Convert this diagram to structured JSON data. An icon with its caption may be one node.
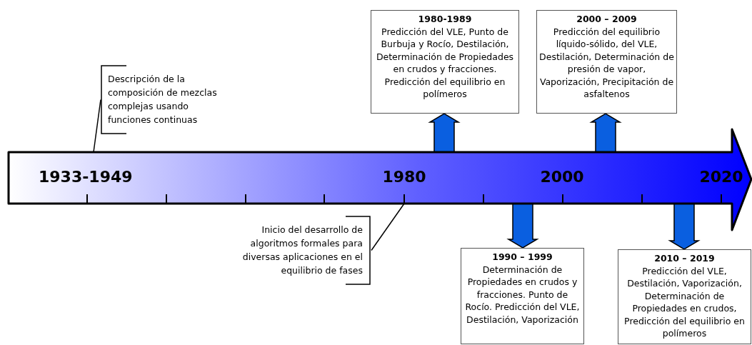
{
  "diagram": {
    "nodes": [
      {
        "text": [
          "1933-1949",
          "1980",
          "2000",
          "2020"
        ]
      },
      {
        "text": [
          "Descripción de la composición de mezclas complejas usando funciones continuas"
        ]
      },
      {
        "text": [
          "Inicio del desarrollo de algoritmos  formales para diversas aplicaciones en el equilibrio de fases"
        ]
      },
      {
        "text": [
          "1980-1989",
          "Predicción del VLE, Punto de Burbuja y Rocío, Destilación, Determinación de Propiedades en crudos y fracciones. Predicción del equilibrio en polímeros"
        ]
      },
      {
        "text": [
          "2000 – 2009",
          "Predicción del equilibrio líquido-sólido, del VLE, Destilación, Determinación de presión de vapor, Vaporización, Precipitación de asfaltenos"
        ]
      },
      {
        "text": [
          "1990 – 1999",
          "Determinación de Propiedades en crudos y fracciones. Punto de Rocío. Predicción del VLE, Destilación, Vaporización"
        ]
      },
      {
        "text": [
          "2010 – 2019",
          "Predicción del VLE, Destilación, Vaporización, Determinación de Propiedades en crudos, Predicción del equilibrio en polímeros"
        ]
      }
    ],
    "edges": [
      {
        "from": 1,
        "to": 0,
        "arrow": "none"
      },
      {
        "from": 2,
        "to": 0,
        "arrow": "none"
      },
      {
        "from": 0,
        "to": 3,
        "arrow": "to",
        "style": "thick",
        "color": "#0a5fe0"
      },
      {
        "from": 0,
        "to": 4,
        "arrow": "to",
        "style": "thick",
        "color": "#0a5fe0"
      },
      {
        "from": 0,
        "to": 5,
        "arrow": "to",
        "style": "thick",
        "color": "#0a5fe0"
      },
      {
        "from": 0,
        "to": 6,
        "arrow": "to",
        "style": "thick",
        "color": "#0a5fe0"
      }
    ]
  }
}
